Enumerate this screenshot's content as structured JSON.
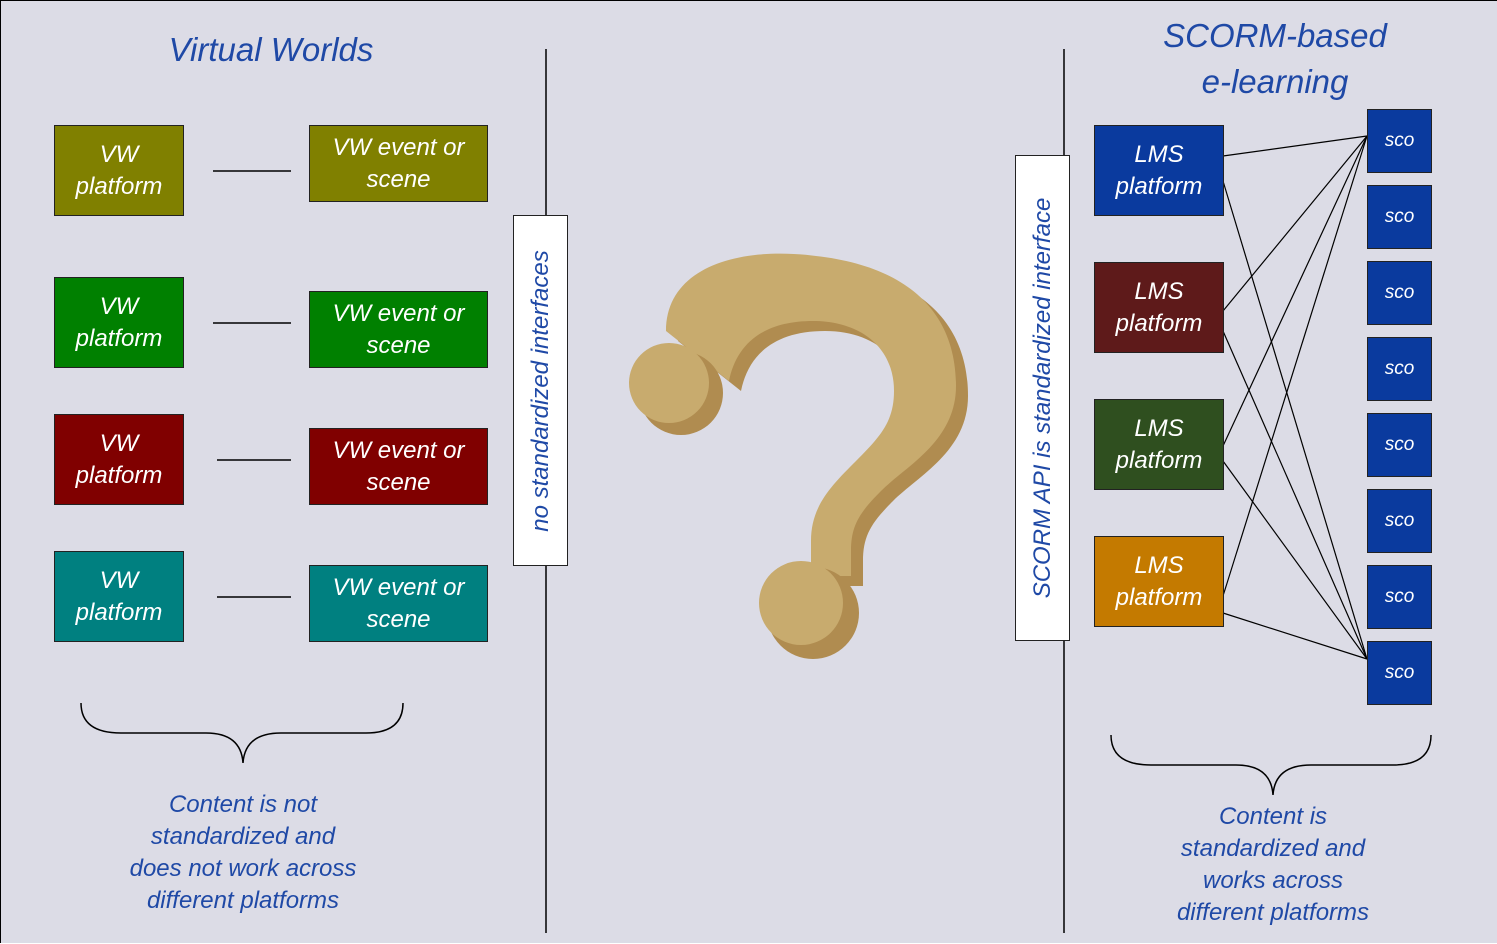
{
  "left": {
    "title": "Virtual Worlds",
    "rows": [
      {
        "platform": "VW platform",
        "event": "VW event or scene",
        "color": "#808000"
      },
      {
        "platform": "VW platform",
        "event": "VW event or scene",
        "color": "#008000"
      },
      {
        "platform": "VW platform",
        "event": "VW event or scene",
        "color": "#800000"
      },
      {
        "platform": "VW platform",
        "event": "VW event or scene",
        "color": "#008080"
      }
    ],
    "caption": "Content is not standardized and does not work across different platforms"
  },
  "middle": {
    "left_divider_label": "no standardized interfaces",
    "symbol_color": "#c8ab6e",
    "right_divider_label": "SCORM API is standardized interface"
  },
  "right": {
    "title_line1": "SCORM-based",
    "title_line2": "e-learning",
    "lms": [
      {
        "label": "LMS platform",
        "color": "#0a3a9e"
      },
      {
        "label": "LMS platform",
        "color": "#5e1a1a"
      },
      {
        "label": "LMS platform",
        "color": "#2f4f1f"
      },
      {
        "label": "LMS platform",
        "color": "#c47a00"
      }
    ],
    "sco_label": "sco",
    "sco_count": 8,
    "sco_color": "#0a3a9e",
    "caption": "Content is standardized and works across different platforms"
  }
}
